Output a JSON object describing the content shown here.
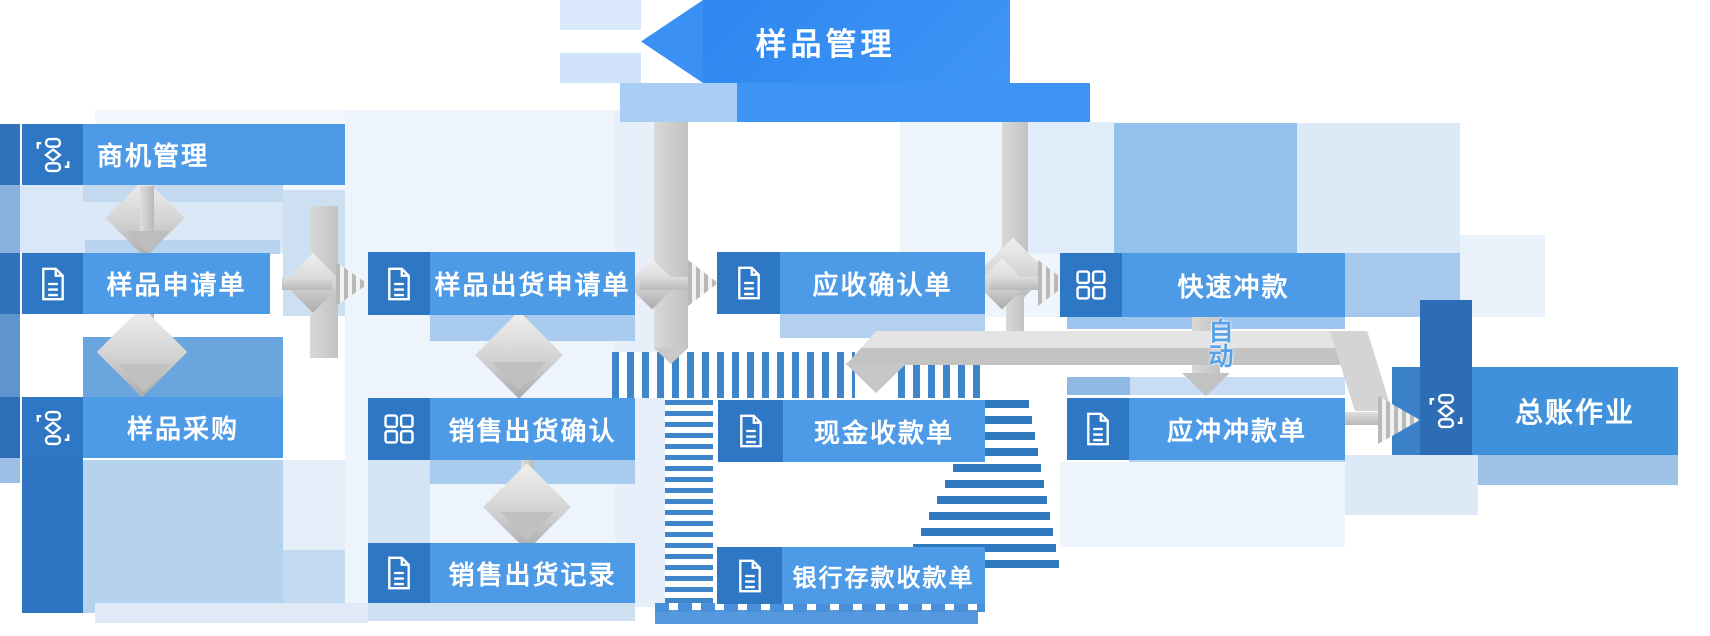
{
  "title": {
    "label": "样品管理"
  },
  "flow_annotation": {
    "auto_label": "自动"
  },
  "colors": {
    "banner_blue": "#2f8af2",
    "label_bar_blue": "#4d9ae7",
    "icon_box_blue": "#2e77c5",
    "ledger_bar_blue": "#3e91da",
    "ledger_icon_blue": "#2d6db5",
    "arrow_gray": "#c6c6c6",
    "stripe_border_blue": "#3f85c9"
  },
  "nodes": [
    {
      "id": "business-opportunity",
      "label": "商机管理",
      "icon": "flowchart-icon"
    },
    {
      "id": "sample-request-form",
      "label": "样品申请单",
      "icon": "document-icon"
    },
    {
      "id": "sample-shipment-request",
      "label": "样品出货申请单",
      "icon": "document-icon"
    },
    {
      "id": "receivable-confirmation",
      "label": "应收确认单",
      "icon": "document-icon"
    },
    {
      "id": "quick-writeoff",
      "label": "快速冲款",
      "icon": "grid-icon"
    },
    {
      "id": "sample-purchase",
      "label": "样品采购",
      "icon": "flowchart-icon"
    },
    {
      "id": "sales-shipment-confirm",
      "label": "销售出货确认",
      "icon": "grid-icon"
    },
    {
      "id": "cash-receipt-form",
      "label": "现金收款单",
      "icon": "document-icon"
    },
    {
      "id": "writeoff-form",
      "label": "应冲冲款单",
      "icon": "document-icon"
    },
    {
      "id": "general-ledger",
      "label": "总账作业",
      "icon": "flowchart-icon"
    },
    {
      "id": "sales-shipment-record",
      "label": "销售出货记录",
      "icon": "document-icon"
    },
    {
      "id": "bank-deposit-receipt",
      "label": "银行存款收款单",
      "icon": "document-icon"
    }
  ]
}
